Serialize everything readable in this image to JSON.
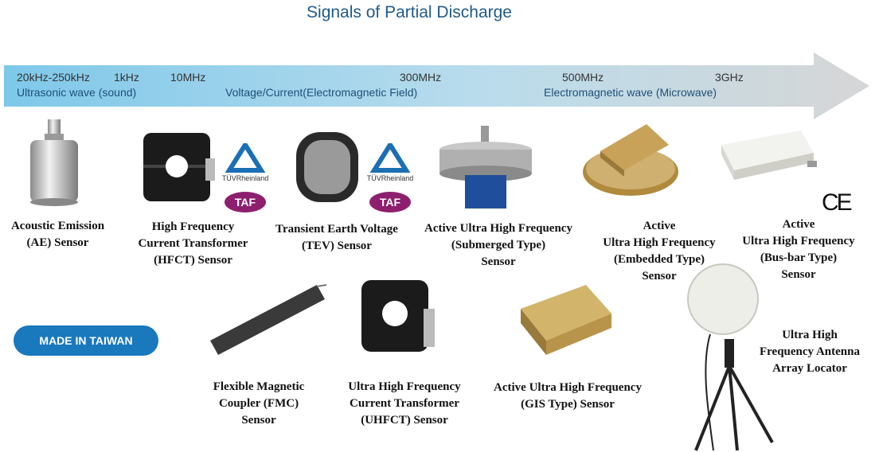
{
  "title": "Signals of Partial Discharge",
  "spectrum": {
    "frequencies": [
      "20kHz-250kHz",
      "1kHz",
      "10MHz",
      "300MHz",
      "500MHz",
      "3GHz"
    ],
    "bands": [
      "Ultrasonic wave (sound)",
      "Voltage/Current(Electromagnetic Field)",
      "Electromagnetic wave (Microwave)"
    ]
  },
  "badge": "MADE IN TAIWAN",
  "certifications": {
    "tuv": "TÜVRheinland",
    "taf": "TAF",
    "ce": "CE"
  },
  "sensors": [
    "Acoustic Emission\n(AE) Sensor",
    "High Frequency\nCurrent Transformer\n(HFCT) Sensor",
    "Transient Earth Voltage\n(TEV) Sensor",
    "Active Ultra High Frequency\n(Submerged  Type)\nSensor",
    "Active\nUltra High Frequency\n(Embedded  Type)\nSensor",
    "Active\nUltra High Frequency\n(Bus-bar Type)\nSensor",
    "Flexible Magnetic\nCoupler (FMC)\nSensor",
    "Ultra High Frequency\nCurrent Transformer\n(UHFCT) Sensor",
    "Active Ultra High Frequency\n(GIS Type) Sensor",
    "Ultra High\nFrequency Antenna\nArray Locator"
  ]
}
